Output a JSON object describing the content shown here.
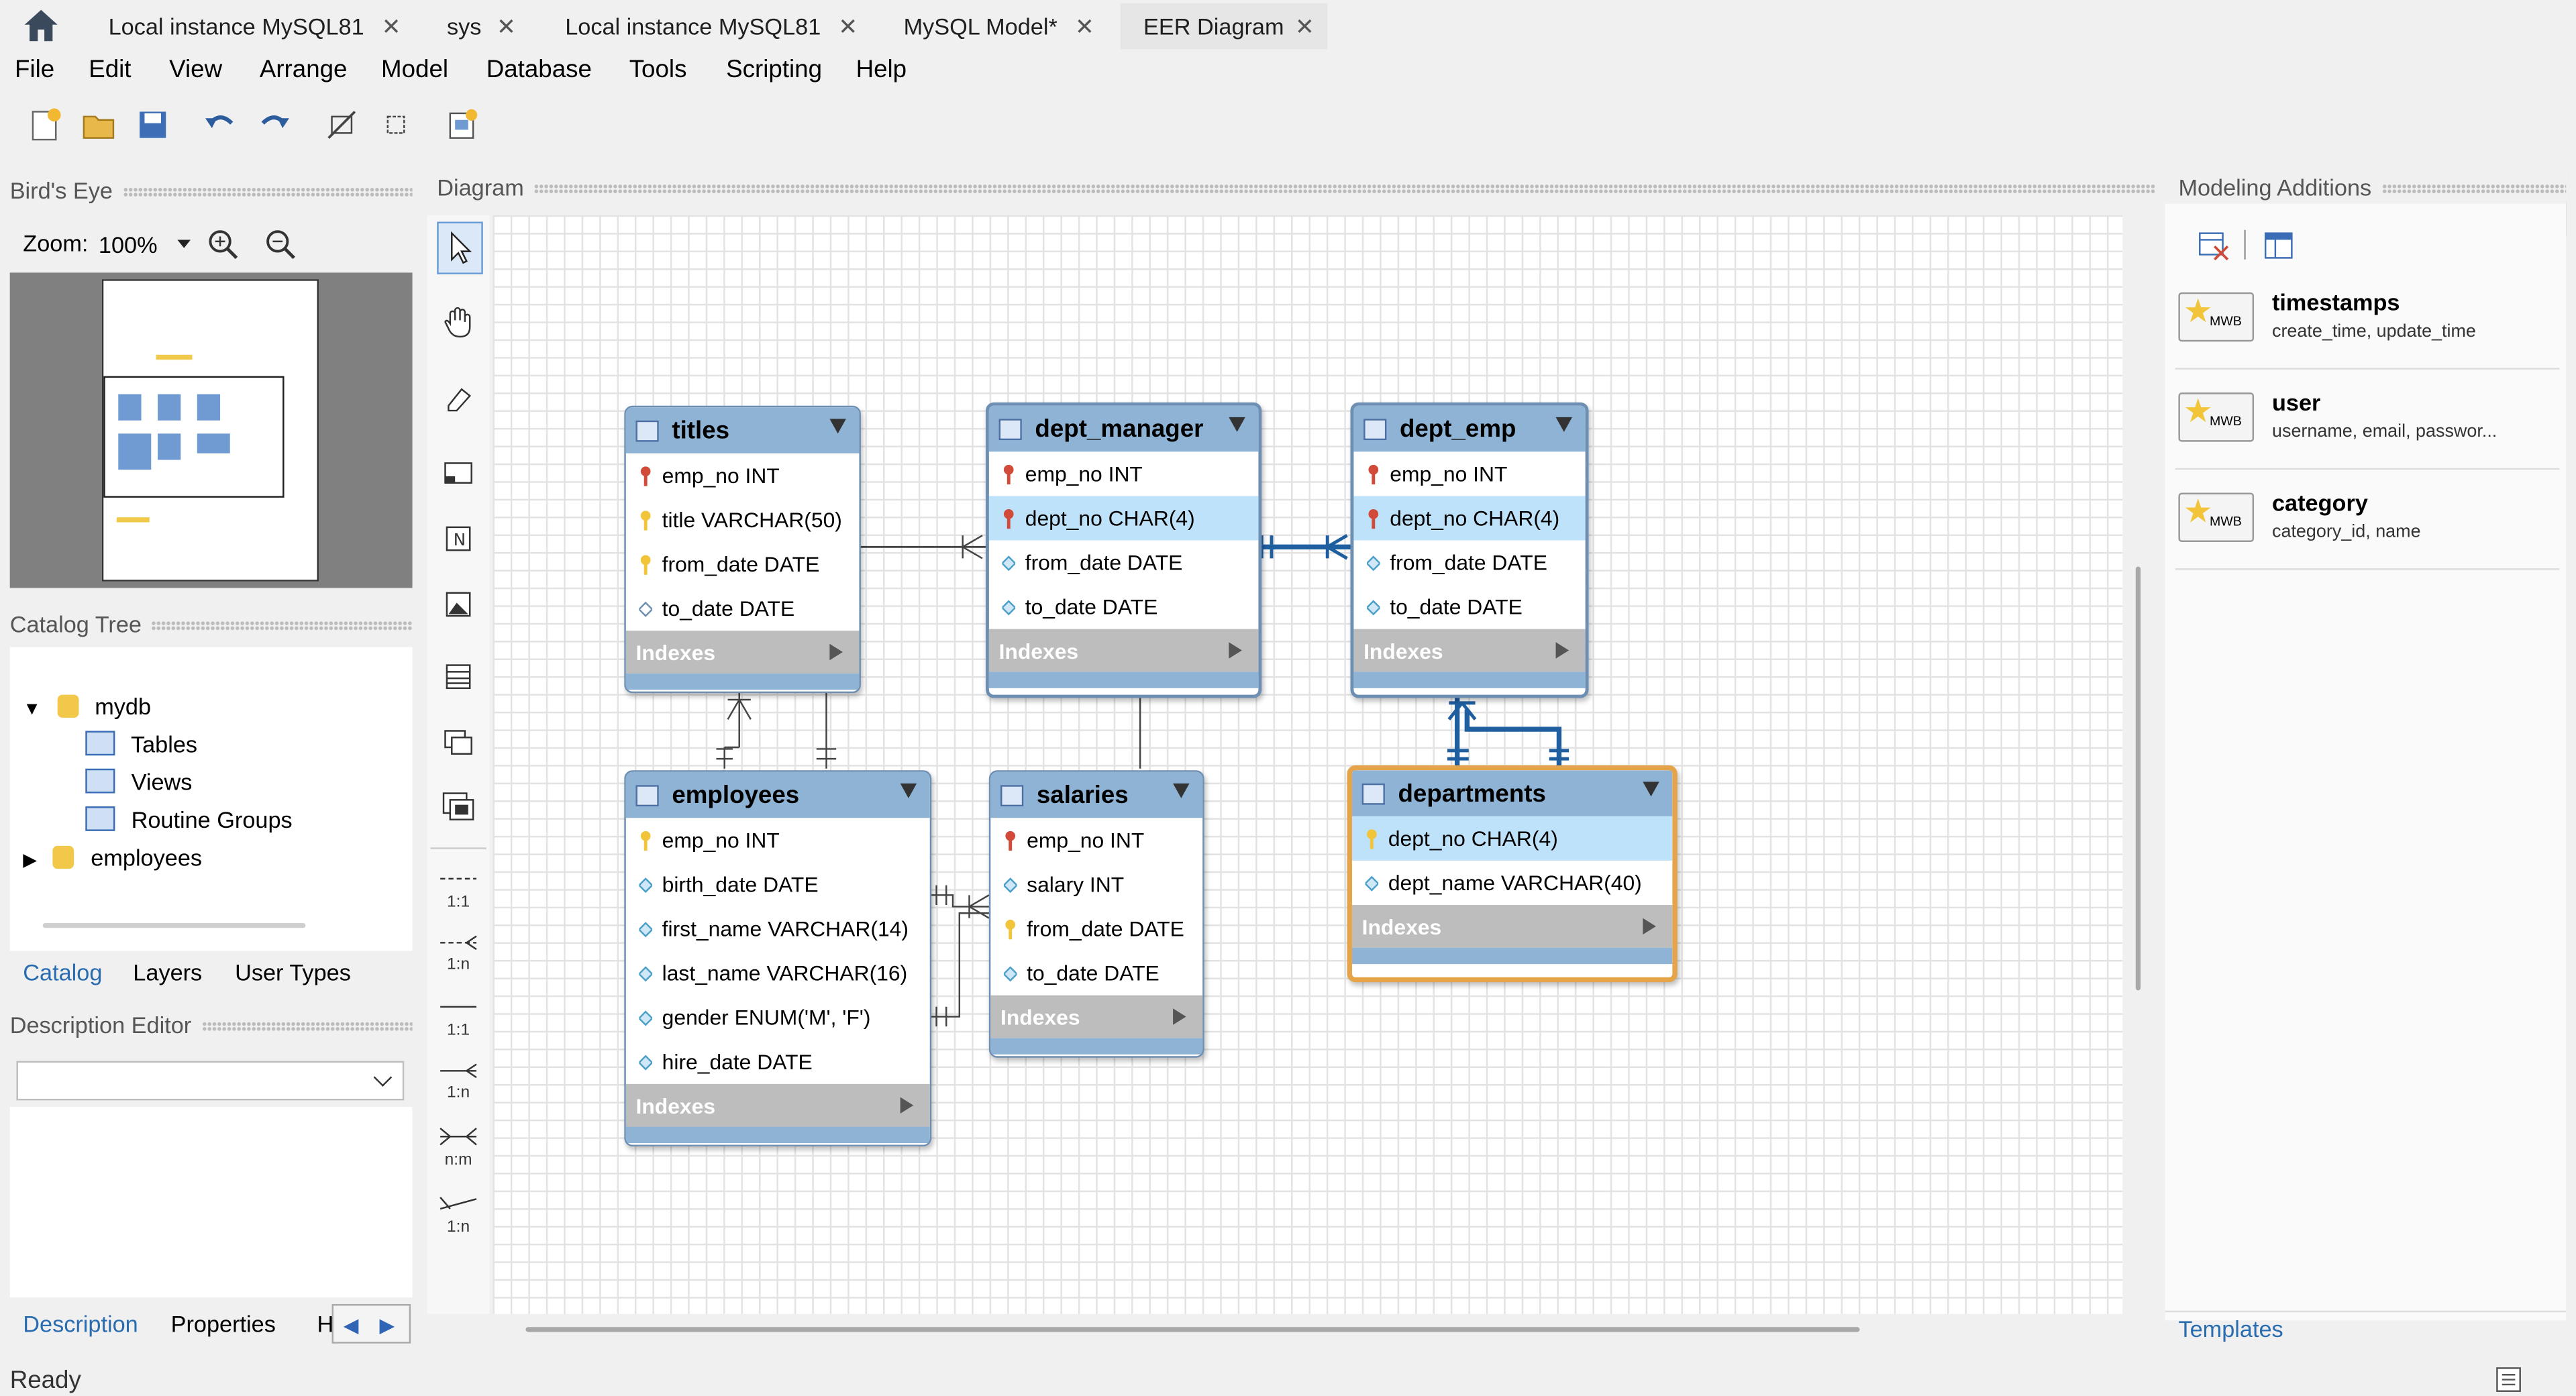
{
  "tabs": [
    {
      "label": "Local instance MySQL81"
    },
    {
      "label": "sys"
    },
    {
      "label": "Local instance MySQL81"
    },
    {
      "label": "MySQL Model*"
    },
    {
      "label": "EER Diagram"
    }
  ],
  "menu": [
    "File",
    "Edit",
    "View",
    "Arrange",
    "Model",
    "Database",
    "Tools",
    "Scripting",
    "Help"
  ],
  "birds_eye": {
    "title": "Bird's Eye",
    "zoom_label": "Zoom:",
    "zoom_value": "100%"
  },
  "catalog_tree": {
    "title": "Catalog Tree",
    "items": [
      {
        "label": "mydb"
      },
      {
        "label": "Tables"
      },
      {
        "label": "Views"
      },
      {
        "label": "Routine Groups"
      },
      {
        "label": "employees"
      }
    ]
  },
  "left_tabs": [
    "Catalog",
    "Layers",
    "User Types"
  ],
  "description_editor": {
    "title": "Description Editor"
  },
  "bottom_tabs": [
    "Description",
    "Properties",
    "H"
  ],
  "diagram": {
    "title": "Diagram"
  },
  "vtool_labels": [
    "1:1",
    "1:n",
    "1:1",
    "1:n",
    "n:m",
    "1:n"
  ],
  "tables": {
    "titles": {
      "name": "titles",
      "columns": [
        "emp_no INT",
        "title VARCHAR(50)",
        "from_date DATE",
        "to_date DATE"
      ]
    },
    "dept_manager": {
      "name": "dept_manager",
      "columns": [
        "emp_no INT",
        "dept_no CHAR(4)",
        "from_date DATE",
        "to_date DATE"
      ]
    },
    "dept_emp": {
      "name": "dept_emp",
      "columns": [
        "emp_no INT",
        "dept_no CHAR(4)",
        "from_date DATE",
        "to_date DATE"
      ]
    },
    "employees": {
      "name": "employees",
      "columns": [
        "emp_no INT",
        "birth_date DATE",
        "first_name VARCHAR(14)",
        "last_name VARCHAR(16)",
        "gender ENUM('M', 'F')",
        "hire_date DATE"
      ]
    },
    "salaries": {
      "name": "salaries",
      "columns": [
        "emp_no INT",
        "salary INT",
        "from_date DATE",
        "to_date DATE"
      ]
    },
    "departments": {
      "name": "departments",
      "columns": [
        "dept_no CHAR(4)",
        "dept_name VARCHAR(40)"
      ]
    }
  },
  "indexes_label": "Indexes",
  "modeling": {
    "title": "Modeling Additions",
    "templates": [
      {
        "name": "timestamps",
        "desc": "create_time, update_time"
      },
      {
        "name": "user",
        "desc": "username, email, passwor..."
      },
      {
        "name": "category",
        "desc": "category_id, name"
      }
    ],
    "tab": "Templates",
    "icon_badge": "MWB"
  },
  "status": "Ready",
  "colors": {
    "table_header": "#8fb3d5",
    "selected_border": "#e6a44a",
    "highlight_row": "#bfe2fb",
    "link": "#2a6cb0"
  }
}
